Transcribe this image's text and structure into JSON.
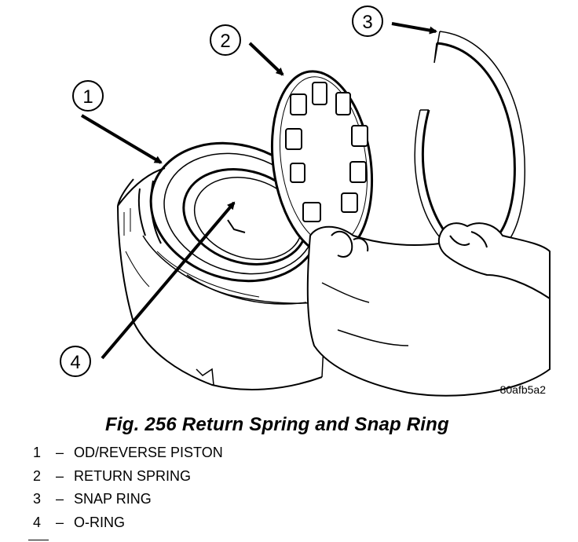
{
  "figure": {
    "code": "80afb5a2",
    "caption": "Fig. 256 Return Spring and Snap Ring"
  },
  "callouts": [
    {
      "number": "1"
    },
    {
      "number": "2"
    },
    {
      "number": "3"
    },
    {
      "number": "4"
    }
  ],
  "legend": [
    {
      "number": "1",
      "separator": "–",
      "label": "OD/REVERSE PISTON"
    },
    {
      "number": "2",
      "separator": "–",
      "label": "RETURN SPRING"
    },
    {
      "number": "3",
      "separator": "–",
      "label": "SNAP RING"
    },
    {
      "number": "4",
      "separator": "–",
      "label": "O-RING"
    }
  ]
}
